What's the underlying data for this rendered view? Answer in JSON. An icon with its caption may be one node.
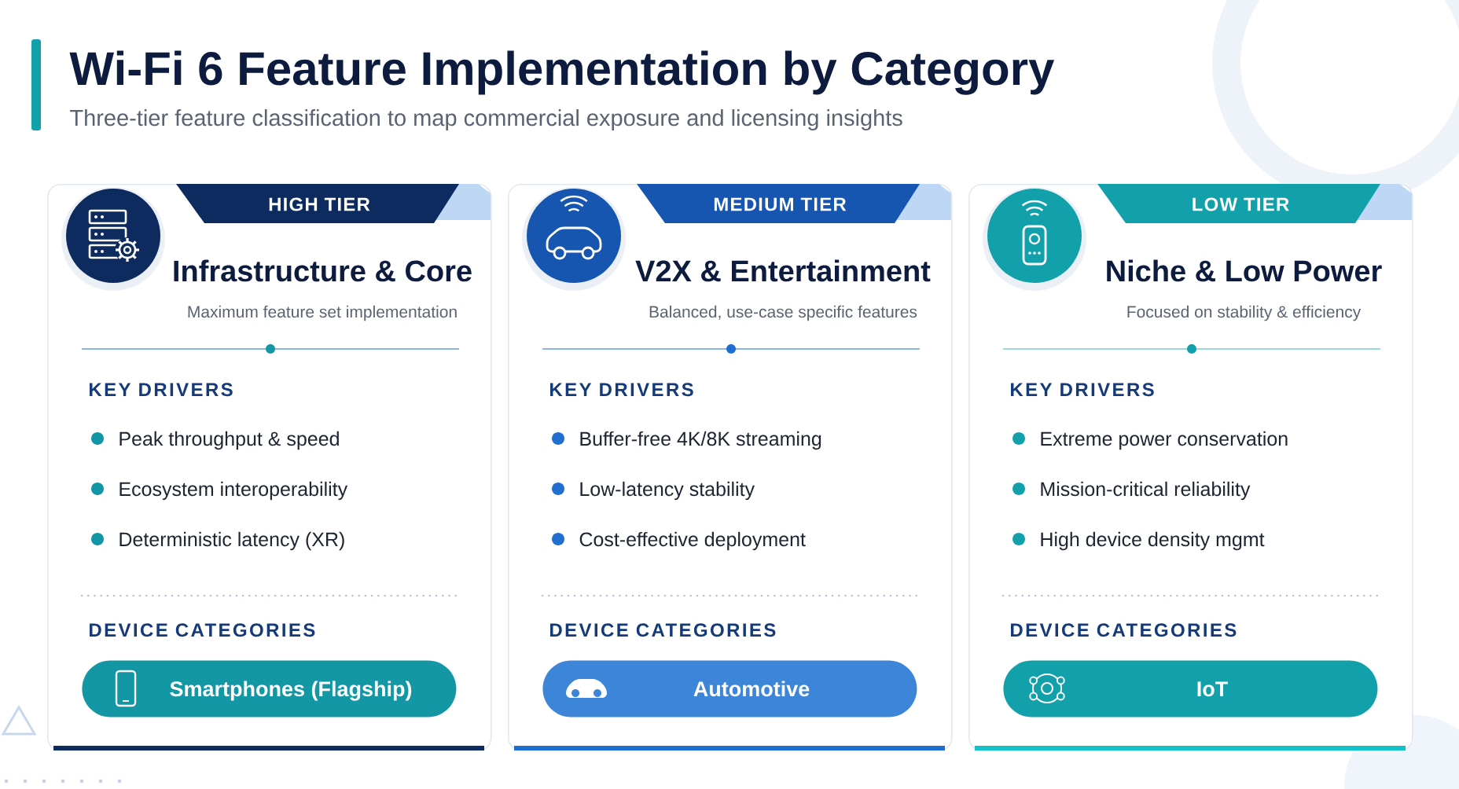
{
  "diagram": {
    "title": "Wi-Fi 6 Feature Implementation by Category",
    "caption": "Three-tier feature classification to map commercial exposure and licensing insights",
    "nodes": [
      {
        "text": [
          "HIGH TIER",
          "Infrastructure & Core",
          "Maximum feature set implementation",
          "KEY DRIVERS",
          "Peak throughput & speed",
          "Ecosystem interoperability",
          "Deterministic latency (XR)",
          "DEVICE CATEGORIES"
        ]
      },
      {
        "text": [
          "Smartphones (Flagship)"
        ],
        "in": 0
      },
      {
        "text": [
          "MEDIUM TIER",
          "V2X & Entertainment",
          "Balanced, use-case specific features",
          "KEY DRIVERS",
          "Buffer-free 4K/8K streaming",
          "Low-latency stability",
          "Cost-effective deployment",
          "DEVICE CATEGORIES"
        ]
      },
      {
        "text": [
          "Automotive"
        ],
        "in": 2
      },
      {
        "text": [
          "LOW TIER",
          "Niche & Low Power",
          "Focused on stability & efficiency",
          "KEY DRIVERS",
          "Extreme power conservation",
          "Mission-critical reliability",
          "High device density mgmt",
          "DEVICE CATEGORIES"
        ]
      },
      {
        "text": [
          "IoT"
        ],
        "in": 4
      }
    ]
  }
}
